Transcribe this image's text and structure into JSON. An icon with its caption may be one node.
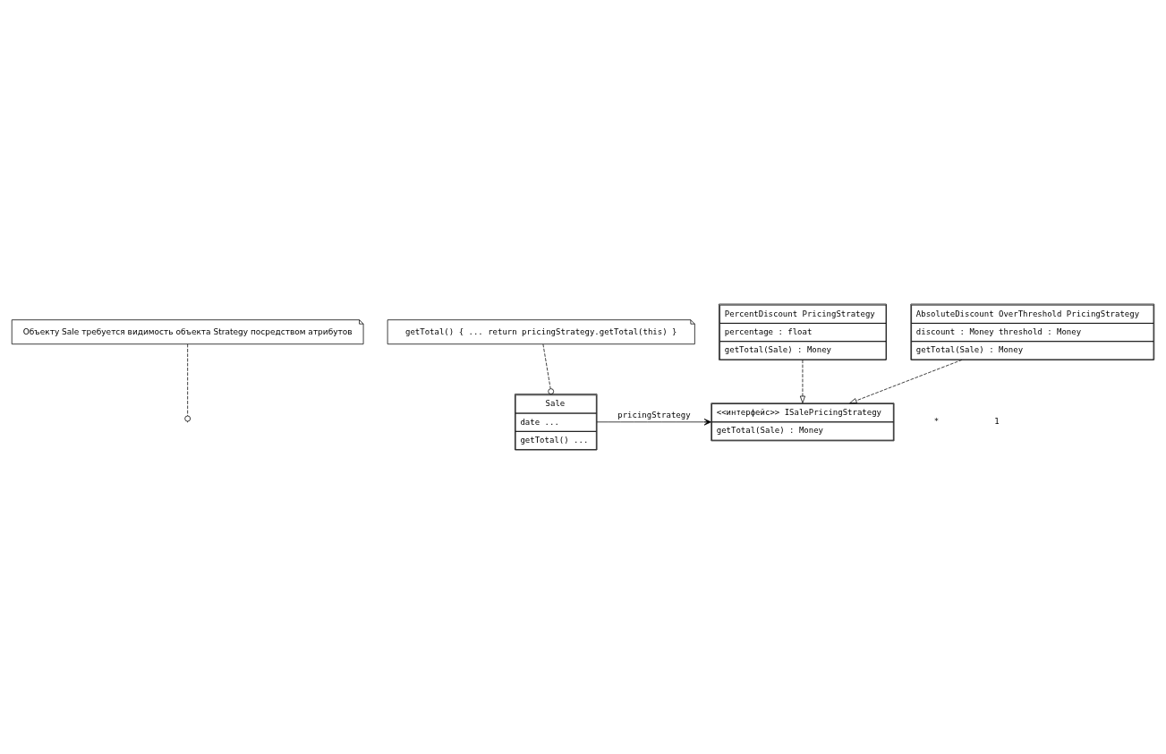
{
  "diagram": {
    "nodes": [
      {
        "text": [
          "Объекту Sale требуется видимость объекта Strategy посредством атрибутов"
        ]
      },
      {
        "text": [
          "Sale",
          "date ...",
          "getTotal() ..."
        ]
      },
      {
        "text": [
          "<<интерфейс>> ISalePricingStrategy",
          "getTotal(Sale) : Money"
        ]
      },
      {
        "text": [
          "getTotal() { ... return pricingStrategy.getTotal(this) }"
        ]
      },
      {
        "text": [
          "PercentDiscount PricingStrategy",
          "percentage : float",
          "getTotal(Sale) : Money"
        ]
      },
      {
        "text": [
          "AbsoluteDiscount OverThreshold PricingStrategy",
          "discount : Money threshold : Money",
          "getTotal(Sale) : Money"
        ]
      }
    ],
    "edges": [
      {
        "from": 1,
        "to": 2,
        "arrow": "to",
        "label": "pricingStrategy"
      },
      {
        "from": 0,
        "to": null,
        "arrow": "other",
        "style": "dashed"
      },
      {
        "from": 3,
        "to": 1,
        "arrow": "other",
        "style": "dashed"
      },
      {
        "from": 4,
        "to": 2,
        "arrow": "to",
        "style": "dashed"
      },
      {
        "from": 5,
        "to": 2,
        "arrow": "to",
        "style": "dashed"
      }
    ],
    "labels": [
      "*",
      "1"
    ]
  }
}
